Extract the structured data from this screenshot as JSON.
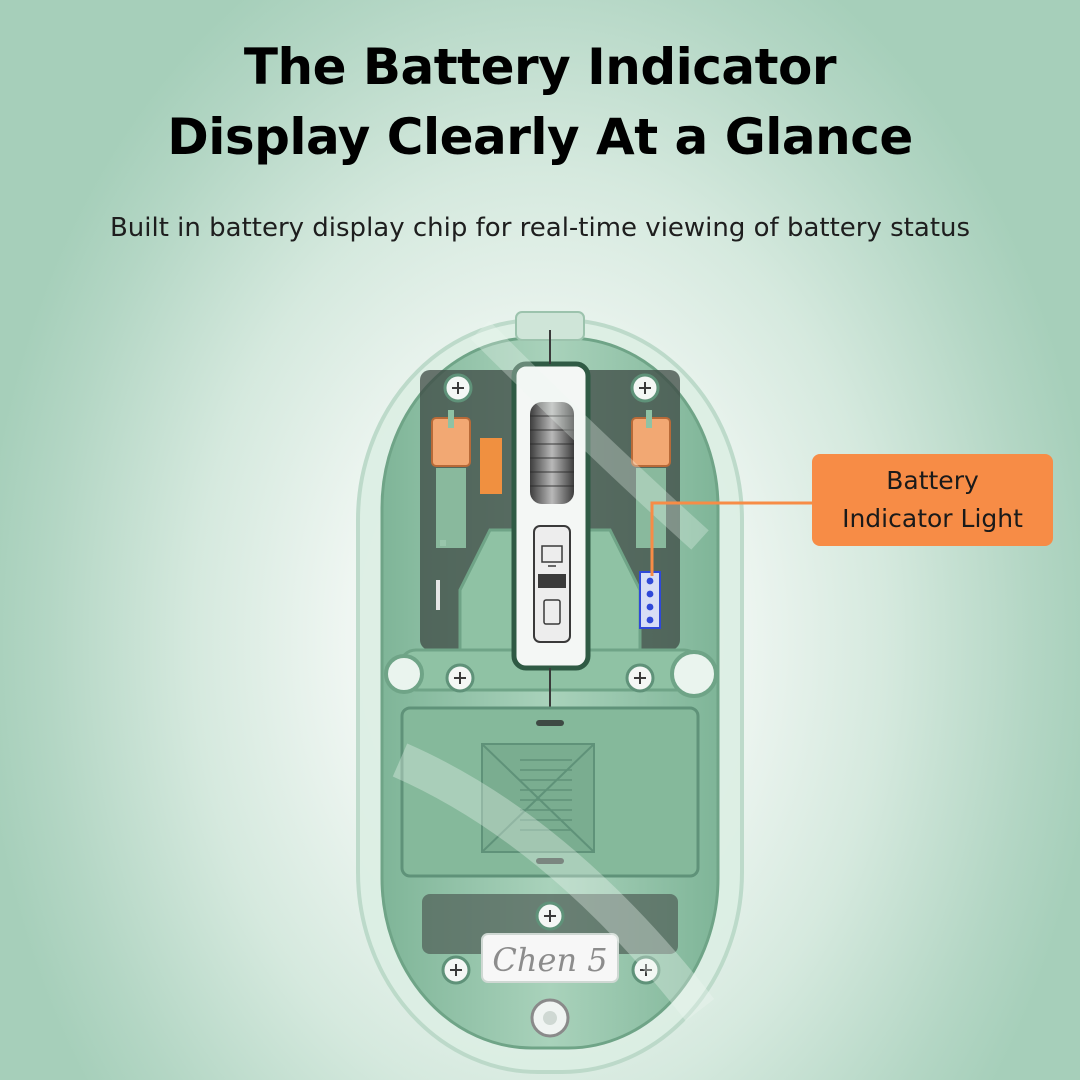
{
  "headline": {
    "line1": "The Battery Indicator",
    "line2": "Display Clearly At a Glance"
  },
  "subtitle": "Built in battery display chip for real-time viewing of battery status",
  "callout": {
    "line1": "Battery",
    "line2": "Indicator Light"
  },
  "product": {
    "label": "Chen 5",
    "battery_led_count": 4
  },
  "colors": {
    "callout_fill": "#f78c46",
    "led_blue": "#2f49d8",
    "shell_green": "#8fc2a4",
    "background_green": "#a6cfba"
  }
}
